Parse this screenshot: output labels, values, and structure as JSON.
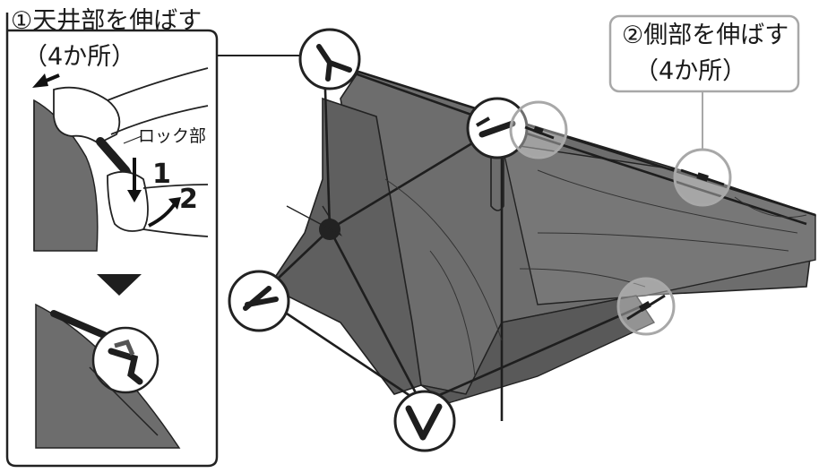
{
  "step1": {
    "title": "①天井部を伸ばす",
    "count": "（4か所）",
    "lock_label": "ロック部",
    "step_one": "1",
    "step_two": "2"
  },
  "step2": {
    "title": "②側部を伸ばす",
    "count": "（4か所）"
  },
  "colors": {
    "canopy": "#6d6d6d",
    "canopy_dark": "#4e4e4e",
    "frame": "#1e1e1e",
    "callout_gray": "#a8a8a8",
    "outline": "#222222"
  }
}
